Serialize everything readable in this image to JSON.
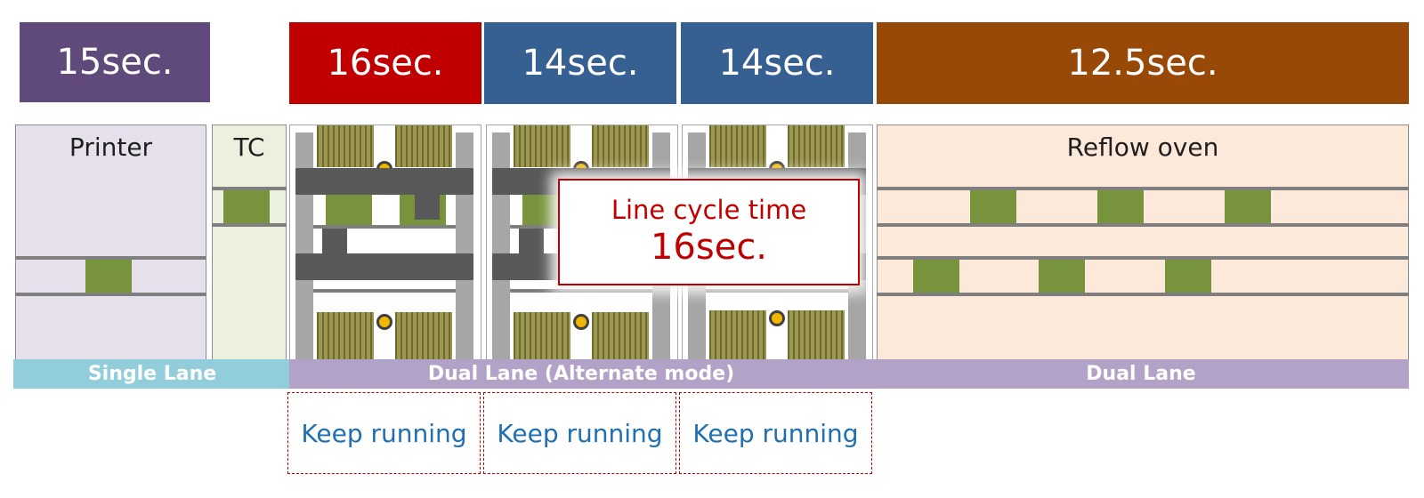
{
  "cycle_times": {
    "printer": "15sec.",
    "mounter_1": "16sec.",
    "mounter_2": "14sec.",
    "mounter_3": "14sec.",
    "reflow": "12.5sec."
  },
  "stations": {
    "printer_label": "Printer",
    "tc_label": "TC",
    "reflow_label": "Reflow oven"
  },
  "lanes": {
    "single": "Single Lane",
    "dual_alternate": "Dual Lane (Alternate mode)",
    "dual": "Dual Lane"
  },
  "status": {
    "m1": "Keep running",
    "m2": "Keep running",
    "m3": "Keep running"
  },
  "callout": {
    "title": "Line cycle time",
    "value": "16sec."
  },
  "colors": {
    "printer_time": "#604a7b",
    "mounter_bottleneck": "#c00000",
    "mounter": "#376092",
    "reflow_time": "#984807",
    "single_lane": "#92cddc",
    "dual_lane": "#b3a2c7",
    "pcb": "#77933c"
  }
}
